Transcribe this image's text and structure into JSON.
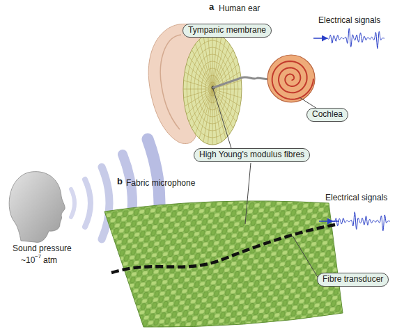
{
  "diagram": {
    "nodes": [
      {
        "text": [
          "Tympanic membrane"
        ]
      },
      {
        "text": [
          "Cochlea"
        ]
      },
      {
        "text": [
          "High Young's modulus fibres"
        ]
      },
      {
        "text": [
          "Fibre transducer"
        ]
      }
    ],
    "labels": [
      "a",
      "Human ear",
      "Electrical signals",
      "Sound pressure",
      "~10",
      "−7",
      "atm",
      "b",
      "Fabric microphone",
      "Electrical signals"
    ]
  }
}
